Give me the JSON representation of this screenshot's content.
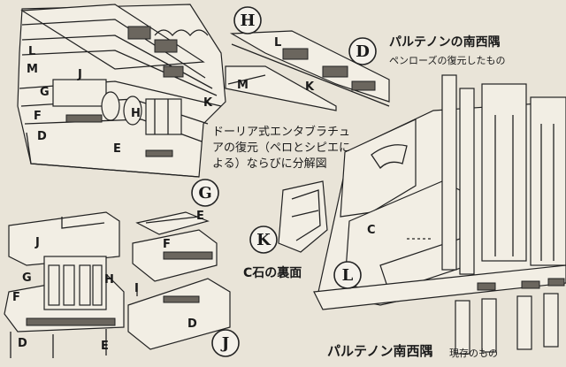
{
  "captions": {
    "corner_restoration_title": "パルテノンの南西隅",
    "corner_restoration_sub": "ペンローズの復元したもの",
    "entablature_line1": "ドーリア式エンタブラチュ",
    "entablature_line2": "アの復元（ペロとシピエに",
    "entablature_line3": "よる）ならびに分解図",
    "underside_caption": "C石の裏面",
    "corner_existing_title": "パルテノン南西隅",
    "corner_existing_sub": "現存のもの"
  },
  "circled_labels": {
    "H": "H",
    "D": "D",
    "G": "G",
    "K": "K",
    "L": "L",
    "J": "J"
  },
  "part_labels": {
    "L": "L",
    "M": "M",
    "G": "G",
    "J": "J",
    "F": "F",
    "D": "D",
    "E": "E",
    "H": "H",
    "K": "K",
    "C": "C",
    "I": "I"
  }
}
